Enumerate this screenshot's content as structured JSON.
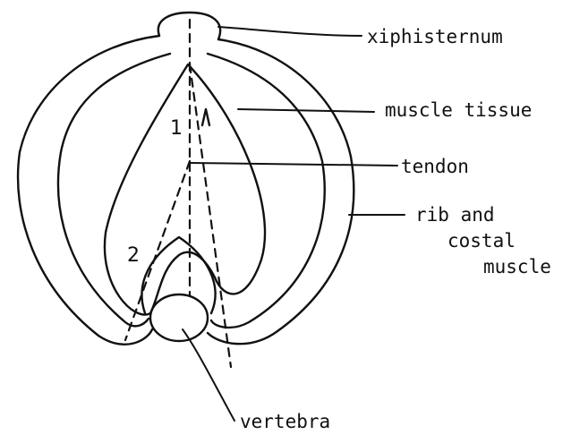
{
  "labels": {
    "xiphisternum": "xiphisternum",
    "muscle_tissue": "muscle tissue",
    "tendon": "tendon",
    "rib_line1": "rib and",
    "rib_line2": "costal",
    "rib_line3": "muscle",
    "vertebra": "vertebra"
  },
  "markers": {
    "one": "1",
    "two": "2"
  },
  "colors": {
    "ink": "#111111",
    "background": "#ffffff"
  }
}
